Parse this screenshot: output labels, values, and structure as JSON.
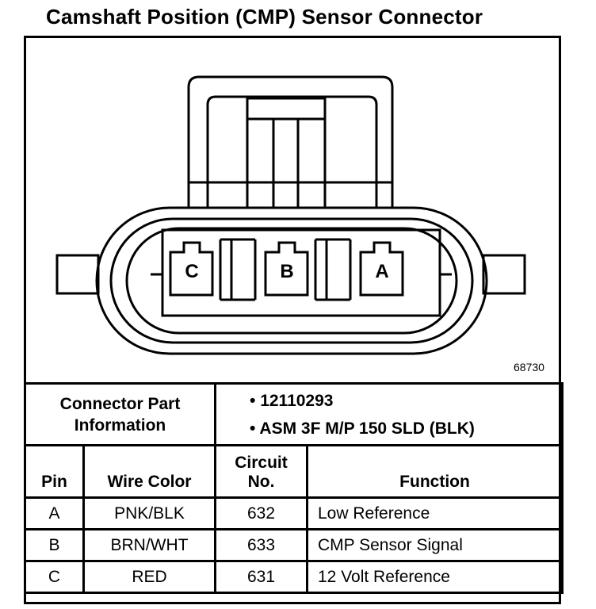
{
  "title": "Camshaft Position (CMP) Sensor Connector",
  "figure_number": "68730",
  "pins_drawing": [
    "C",
    "B",
    "A"
  ],
  "part_info": {
    "label_line1": "Connector Part",
    "label_line2": "Information",
    "items": [
      "12110293",
      "ASM 3F M/P 150 SLD (BLK)"
    ]
  },
  "table": {
    "headers": {
      "pin": "Pin",
      "wire_color": "Wire Color",
      "circuit_line1": "Circuit",
      "circuit_line2": "No.",
      "function": "Function"
    },
    "rows": [
      {
        "pin": "A",
        "wire_color": "PNK/BLK",
        "circuit": "632",
        "function": "Low Reference"
      },
      {
        "pin": "B",
        "wire_color": "BRN/WHT",
        "circuit": "633",
        "function": "CMP Sensor Signal"
      },
      {
        "pin": "C",
        "wire_color": "RED",
        "circuit": "631",
        "function": "12 Volt Reference"
      }
    ]
  }
}
